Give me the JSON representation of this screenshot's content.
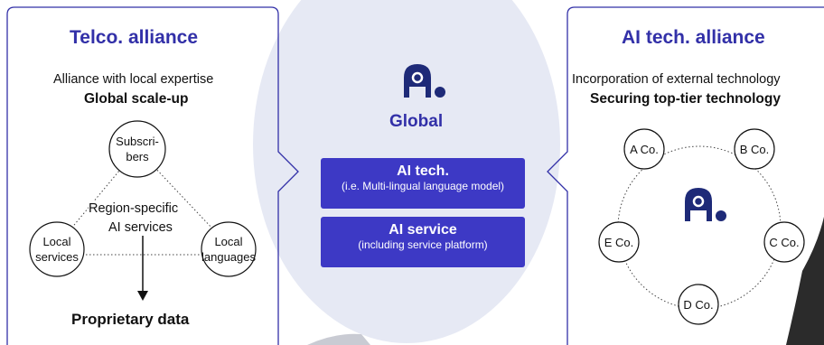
{
  "left_panel": {
    "title": "Telco. alliance",
    "line1": "Alliance with local expertise",
    "line2": "Global scale-up",
    "node_top_line1": "Subscri-",
    "node_top_line2": "bers",
    "node_left_line1": "Local",
    "node_left_line2": "services",
    "node_right_line1": "Local",
    "node_right_line2": "languages",
    "center_line1": "Region-specific",
    "center_line2": "AI services",
    "bottom": "Proprietary data"
  },
  "center": {
    "label": "Global",
    "box1_title": "AI tech.",
    "box1_sub": "(i.e. Multi-lingual language model)",
    "box2_title": "AI service",
    "box2_sub": "(including service platform)"
  },
  "right_panel": {
    "title": "AI tech. alliance",
    "line1": "Incorporation of external technology",
    "line2": "Securing top-tier technology",
    "companies": [
      "A Co.",
      "B Co.",
      "C Co.",
      "D Co.",
      "E Co."
    ]
  },
  "colors": {
    "accent": "#3230a8",
    "box": "#3d39c5",
    "circle": "#e6e9f4"
  }
}
